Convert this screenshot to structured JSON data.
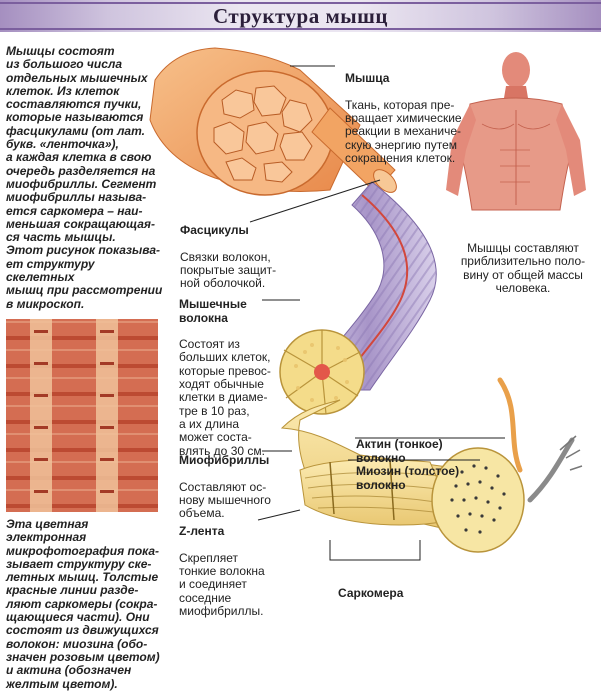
{
  "title": "Структура мышц",
  "intro": "Мышцы состоят\nиз большого числа\nотдельных мышечных\nклеток. Из клеток\nсоставляются пучки,\nкоторые называются\nфасцикулами (от лат.\nбукв. «ленточка»),\nа каждая клетка в свою\nочередь разделяется на\nмиофибриллы. Сегмент\nмиофибриллы называ-\nется саркомера – наи-\nменьшая сокращающая-\nся часть мышцы.\nЭтот рисунок показыва-\nет структуру скелетных\nмышц при рассмотрении\nв микроскоп.",
  "micrograph_caption": "Эта цветная электронная\nмикрофотография пока-\nзывает структуру ске-\nлетных мышц. Толстые\nкрасные линии разде-\nляют саркомеры (сокра-\nщающиеся части). Они\nсостоят из движущихся\nволокон: миозина (обо-\nзначен розовым цветом)\nи актина (обозначен\nжелтым цветом).",
  "body_caption": "Мышцы составляют\nприблизительно поло-\nвину от общей массы\nчеловека.",
  "labels": {
    "muscle": {
      "name": "Мышца",
      "desc": "Ткань, которая пре-\nвращает химические\nреакции в механиче-\nскую энергию путем\nсокращения клеток."
    },
    "fascicles": {
      "name": "Фасцикулы",
      "desc": "Связки волокон,\nпокрытые защит-\nной оболочкой."
    },
    "fibers": {
      "name": "Мышечные\nволокна",
      "desc": "Состоят из\nбольших клеток,\nкоторые превос-\nходят обычные\nклетки в диаме-\nтре в 10 раз,\nа их длина\nможет соста-\nвлять до 30 см."
    },
    "myofibrils": {
      "name": "Миофибриллы",
      "desc": "Составляют ос-\nнову мышечного\nобъема."
    },
    "zline": {
      "name": "Z-лента",
      "desc": "Скрепляет\nтонкие волокна\nи соединяет\nсоседние\nмиофибриллы."
    },
    "actin": {
      "name": "Актин (тонкое)\nволокно"
    },
    "myosin": {
      "name": "Миозин (толстое)\nволокно"
    },
    "sarcomere": {
      "name": "Саркомера"
    }
  },
  "colors": {
    "title_band": "#cfc4de",
    "muscle_orange": "#f0a05a",
    "fiber_purple": "#b8a8d0",
    "myofibril_yellow": "#f4dc8a",
    "micrograph_red": "#c8503a"
  }
}
